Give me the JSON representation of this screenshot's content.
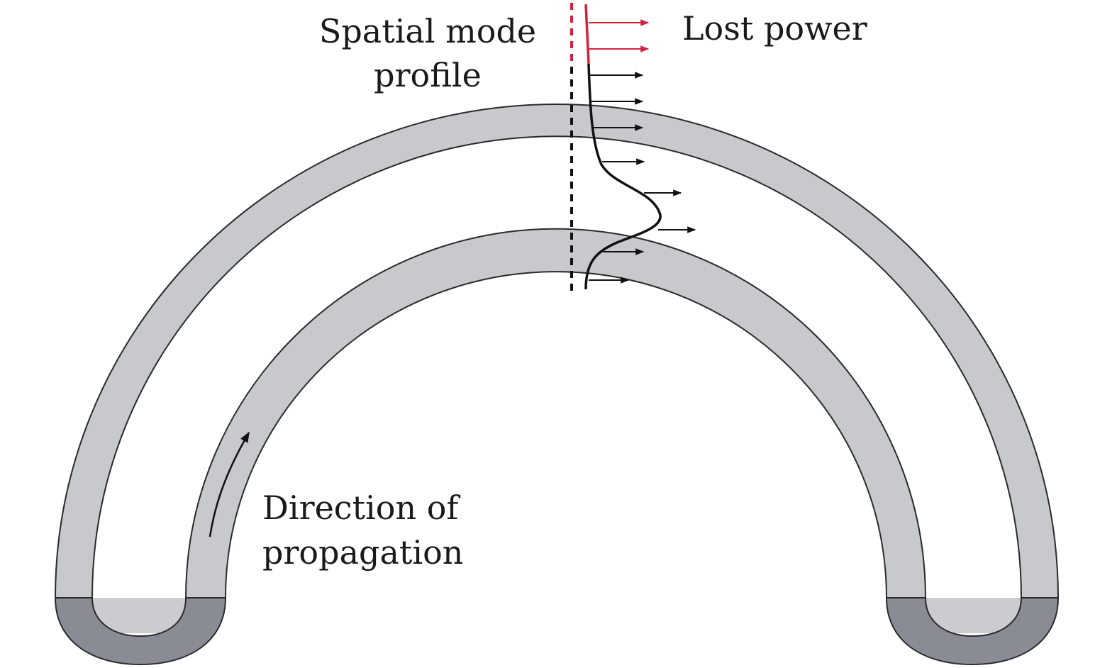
{
  "labels": {
    "spatial_mode_line1": "Spatial mode",
    "spatial_mode_line2": "profile",
    "lost_power": "Lost power",
    "direction_line1": "Direction of",
    "direction_line2": "propagation"
  },
  "colors": {
    "waveguide_fill": "#c8c9cd",
    "waveguide_dark": "#8a8c95",
    "waveguide_cap_light": "#cbccd0",
    "outline": "#2a2a2a",
    "lost_power": "#d4213d",
    "guided_power": "#111111"
  },
  "flux_arrows": {
    "lost_count": 2,
    "guided_count": 8
  }
}
